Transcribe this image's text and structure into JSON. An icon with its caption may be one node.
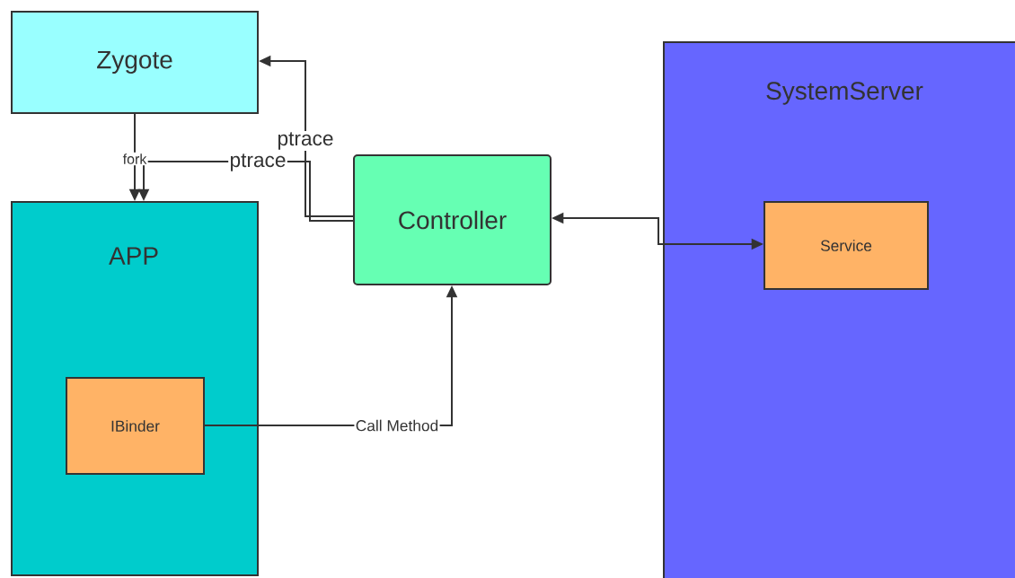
{
  "diagram": {
    "nodes": [
      {
        "text": [
          "Zygote"
        ]
      },
      {
        "text": [
          "APP"
        ]
      },
      {
        "text": [
          "IBinder"
        ],
        "in": 1
      },
      {
        "text": [
          "Controller"
        ]
      },
      {
        "text": [
          "SystemServer"
        ]
      },
      {
        "text": [
          "Service"
        ],
        "in": 4
      }
    ],
    "edges": [
      {
        "from": 0,
        "to": 1,
        "arrow": "to",
        "label": "fork"
      },
      {
        "from": 3,
        "to": 1,
        "arrow": "to",
        "label": "ptrace"
      },
      {
        "from": 3,
        "to": 0,
        "arrow": "to",
        "label": "ptrace"
      },
      {
        "from": 3,
        "to": 5,
        "arrow": "both"
      },
      {
        "from": 2,
        "to": 3,
        "arrow": "to",
        "label": "Call Method"
      }
    ]
  }
}
